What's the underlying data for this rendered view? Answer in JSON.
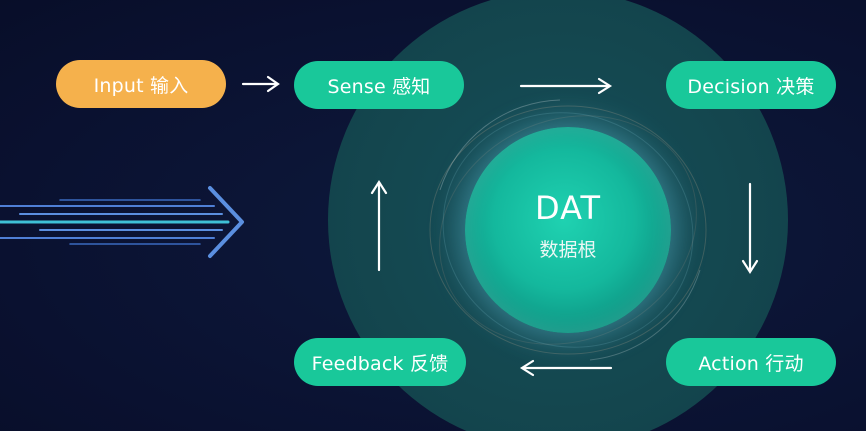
{
  "diagram": {
    "input_label": "Input 输入",
    "sense_label": "Sense 感知",
    "decision_label": "Decision 决策",
    "feedback_label": "Feedback 反馈",
    "action_label": "Action 行动",
    "core_title": "DAT",
    "core_subtitle": "数据根"
  },
  "colors": {
    "background": "#0b1233",
    "outer_circle": "#14474f",
    "node_green": "#19c89a",
    "node_orange": "#f5b14c",
    "core_teal": "#1fd2b1",
    "arrow_white": "#ffffff",
    "incoming_arrow_blue": "#5b8fe0"
  },
  "icons": {
    "incoming": "speed-lines-arrow-icon",
    "flow": "arrow-icon"
  }
}
